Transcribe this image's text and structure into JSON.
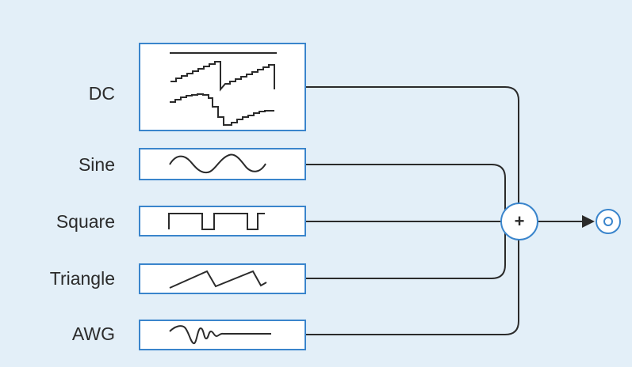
{
  "signals": [
    {
      "id": "dc",
      "label": "DC",
      "icon": "staircase-waveform-icon"
    },
    {
      "id": "sine",
      "label": "Sine",
      "icon": "sine-wave-icon"
    },
    {
      "id": "square",
      "label": "Square",
      "icon": "square-wave-icon"
    },
    {
      "id": "triangle",
      "label": "Triangle",
      "icon": "triangle-wave-icon"
    },
    {
      "id": "awg",
      "label": "AWG",
      "icon": "arbitrary-waveform-icon"
    }
  ],
  "summing_junction": {
    "symbol": "+"
  },
  "output": {
    "icon": "output-terminal-icon"
  },
  "colors": {
    "background": "#e3eff8",
    "box_fill": "#ffffff",
    "box_border": "#3a85cc",
    "line": "#2b2b2b",
    "accent": "#3a85cc"
  }
}
